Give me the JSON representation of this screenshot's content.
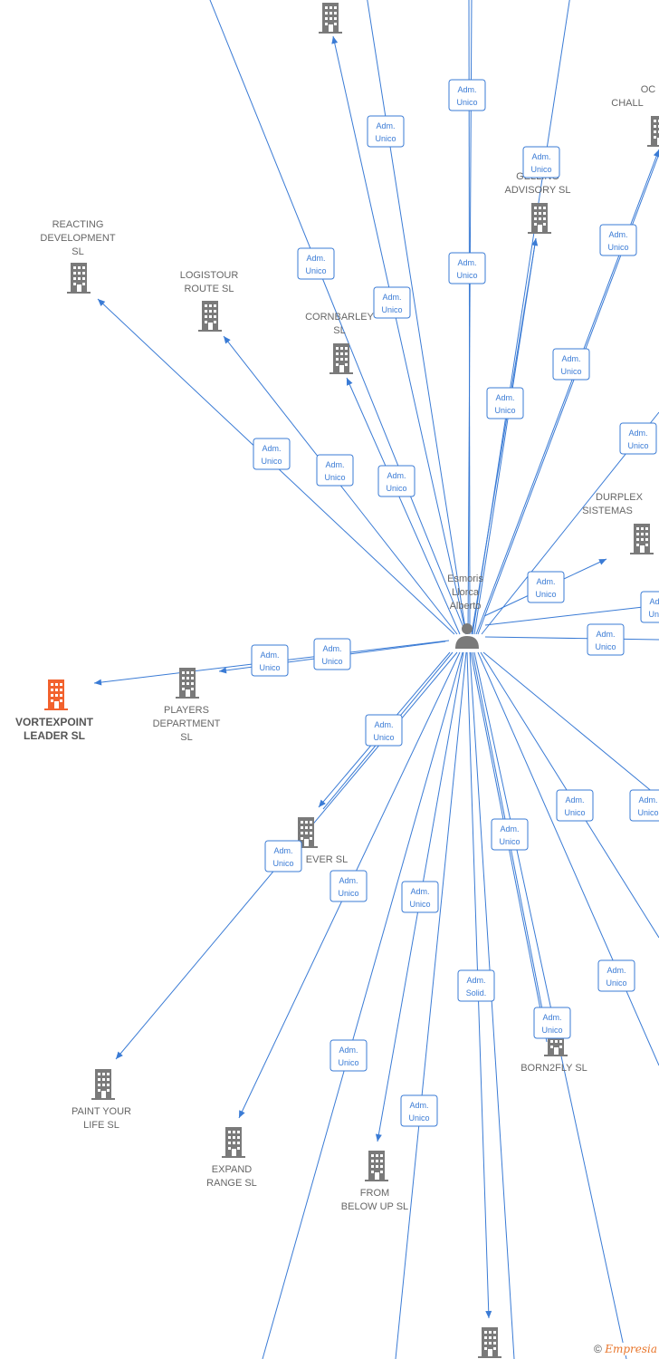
{
  "colors": {
    "edge": "#3a7bd5",
    "building": "#7a7a7a",
    "building_highlight": "#f2622e",
    "label": "#666666"
  },
  "center": {
    "name_lines": [
      "Esmoris",
      "Llorca",
      "Alberto"
    ],
    "icon": "person-icon"
  },
  "companies": [
    {
      "id": "top-1",
      "lines": [],
      "icon": "building-icon"
    },
    {
      "id": "oc-challenge",
      "lines": [
        "OC",
        "CHALL"
      ],
      "icon": "building-icon"
    },
    {
      "id": "gelling-advisory",
      "lines": [
        "GELLING",
        "ADVISORY  SL"
      ],
      "icon": "building-icon"
    },
    {
      "id": "reacting-development",
      "lines": [
        "REACTING",
        "DEVELOPMENT",
        "SL"
      ],
      "icon": "building-icon"
    },
    {
      "id": "logistour-route",
      "lines": [
        "LOGISTOUR",
        "ROUTE  SL"
      ],
      "icon": "building-icon"
    },
    {
      "id": "cornbarley",
      "lines": [
        "CORNBARLEY",
        "SL"
      ],
      "icon": "building-icon"
    },
    {
      "id": "durplex-sistemas",
      "lines": [
        "DURPLEX",
        "SISTEMAS"
      ],
      "icon": "building-icon"
    },
    {
      "id": "vortexpoint-leader",
      "lines": [
        "VORTEXPOINT",
        "LEADER  SL"
      ],
      "icon": "building-icon",
      "highlight": true
    },
    {
      "id": "players-department",
      "lines": [
        "PLAYERS",
        "DEPARTMENT",
        "SL"
      ],
      "icon": "building-icon"
    },
    {
      "id": "ever",
      "lines": [
        "EVER  SL"
      ],
      "icon": "building-icon"
    },
    {
      "id": "paint-your-life",
      "lines": [
        "PAINT YOUR",
        "LIFE  SL"
      ],
      "icon": "building-icon"
    },
    {
      "id": "expand-range",
      "lines": [
        "EXPAND",
        "RANGE  SL"
      ],
      "icon": "building-icon"
    },
    {
      "id": "from-below-up",
      "lines": [
        "FROM",
        "BELOW UP  SL"
      ],
      "icon": "building-icon"
    },
    {
      "id": "born2fly",
      "lines": [
        "BORN2FLY  SL"
      ],
      "icon": "building-icon"
    },
    {
      "id": "bottom-1",
      "lines": [],
      "icon": "building-icon"
    }
  ],
  "badges": [
    {
      "l1": "Adm.",
      "l2": "Unico"
    },
    {
      "l1": "Adm.",
      "l2": "Unico"
    },
    {
      "l1": "Adm.",
      "l2": "Unico"
    },
    {
      "l1": "Adm.",
      "l2": "Unico"
    },
    {
      "l1": "Adm.",
      "l2": "Unico"
    },
    {
      "l1": "Adm.",
      "l2": "Unico"
    },
    {
      "l1": "Adm.",
      "l2": "Unico"
    },
    {
      "l1": "Adm.",
      "l2": "Unico"
    },
    {
      "l1": "Adm.",
      "l2": "Unico"
    },
    {
      "l1": "Adm.",
      "l2": "Unico"
    },
    {
      "l1": "Adm.",
      "l2": "Unico"
    },
    {
      "l1": "Adm.",
      "l2": "Unico"
    },
    {
      "l1": "Adm.",
      "l2": "Unico"
    },
    {
      "l1": "Adm.",
      "l2": "Unico"
    },
    {
      "l1": "Adm.",
      "l2": "Unico"
    },
    {
      "l1": "Adm.",
      "l2": "Unico"
    },
    {
      "l1": "Adm.",
      "l2": "Unico"
    },
    {
      "l1": "Adm.",
      "l2": "Unico"
    },
    {
      "l1": "Adm.",
      "l2": "Unico"
    },
    {
      "l1": "Adm.",
      "l2": "Unico"
    },
    {
      "l1": "Adm.",
      "l2": "Unico"
    },
    {
      "l1": "Adm.",
      "l2": "Unico"
    },
    {
      "l1": "Adm.",
      "l2": "Unico"
    },
    {
      "l1": "Adm.",
      "l2": "Unico"
    },
    {
      "l1": "Adm.",
      "l2": "Solid."
    },
    {
      "l1": "Adm.",
      "l2": "Unico"
    },
    {
      "l1": "Adm.",
      "l2": "Unico"
    },
    {
      "l1": "Adm.",
      "l2": "Unico"
    },
    {
      "l1": "Adm.",
      "l2": "Unico"
    },
    {
      "l1": "Adm.",
      "l2": "Unico"
    }
  ],
  "footer": {
    "copyright": "©",
    "brand": "Empresia"
  }
}
